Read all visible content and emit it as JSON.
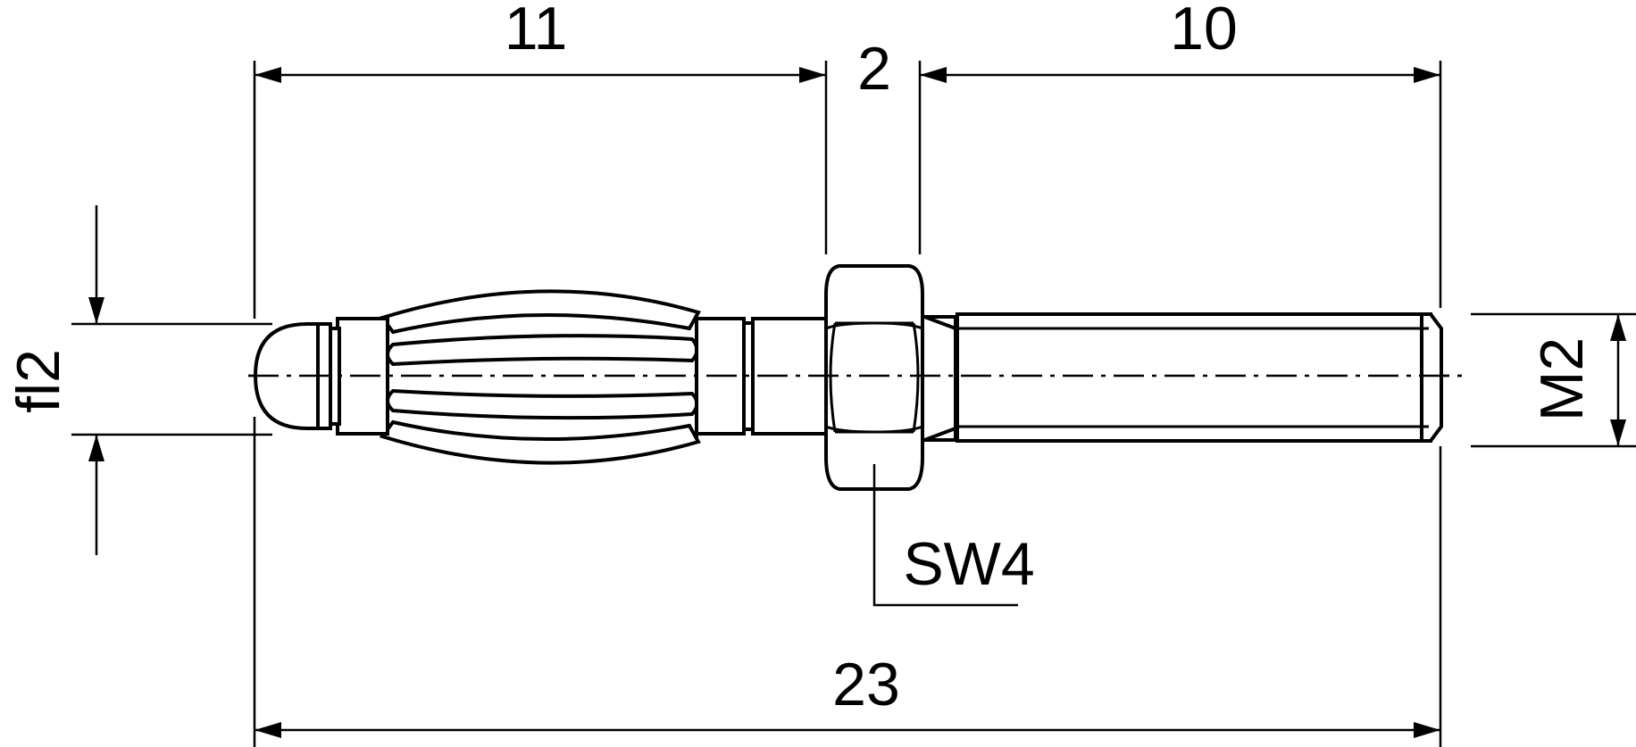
{
  "drawing": {
    "dimensions": {
      "tip_length": "11",
      "nut_width": "2",
      "thread_length": "10",
      "total_length": "23",
      "pin_diameter": "fl2",
      "thread_size": "M2",
      "wrench_size": "SW4"
    }
  }
}
